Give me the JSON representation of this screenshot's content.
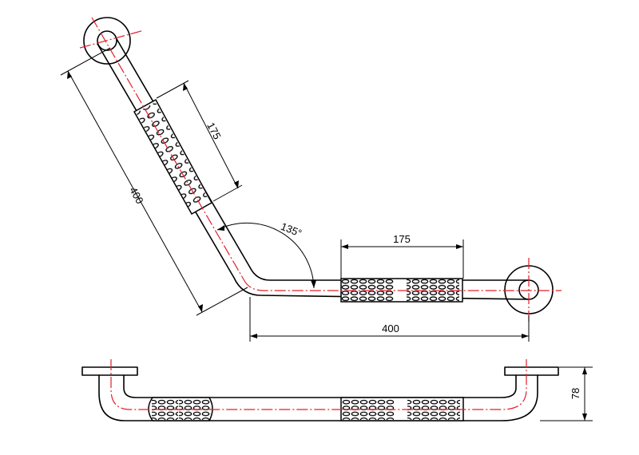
{
  "drawing": {
    "top_view": {
      "dim_diagonal_length": "400",
      "dim_diagonal_grip": "175",
      "dim_horizontal_grip": "175",
      "dim_horizontal_length": "400",
      "dim_angle": "135°"
    },
    "front_view": {
      "dim_height": "78"
    }
  },
  "colors": {
    "outline": "#000000",
    "centerline": "#e0202a",
    "background": "#ffffff"
  }
}
